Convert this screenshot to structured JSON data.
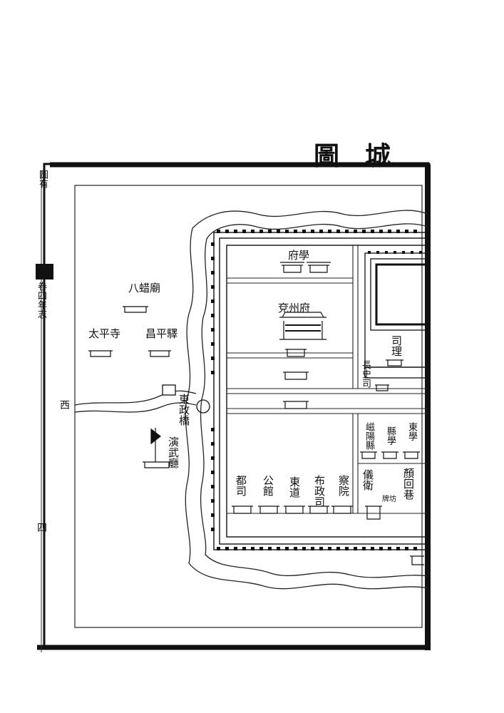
{
  "title": {
    "char1": "城",
    "char2": "圖"
  },
  "side": {
    "west": "西",
    "margin_top": "圖有",
    "margin_mid": "卷四年志",
    "margin_bottom": "四"
  },
  "labels": {
    "bazha_temple": "八蜡廟",
    "taiping_temple": "太平寺",
    "changping_post": "昌平驛",
    "dongzheng_bridge": "東政橋",
    "yanwu_hall": "演武廳",
    "prefecture_school": "府學",
    "yanzhou_prefecture": "兗州府",
    "sili": "司理",
    "changshi_si": "長史司",
    "yin_county": "嵫陽縣",
    "county_school": "縣學",
    "east_school": "東學",
    "yanyan_lane": "顏回巷",
    "yiwei_guard": "儀衛",
    "duzhi_si": "都司",
    "gongguan": "公館",
    "dongdao": "東道",
    "buzheng_si": "布政司",
    "chayuan": "察院",
    "small_marker": "牌坊"
  }
}
